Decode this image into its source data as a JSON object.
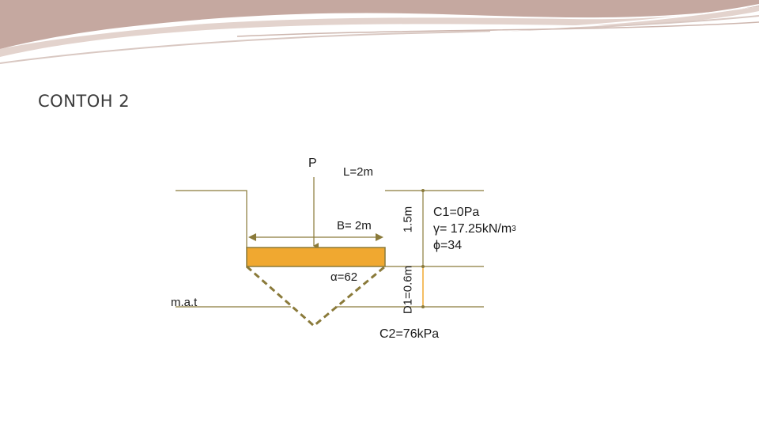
{
  "slide": {
    "title": "CONTOH 2"
  },
  "diagram": {
    "load_label": "P",
    "length_label": "L=2m",
    "width_label": "B= 2m",
    "depth_label": "1.5m",
    "d1_label": "D1=0.6m",
    "angle_label": "α=62",
    "water_table_label": "m.a.t",
    "layer1": {
      "c1": "C1=0Pa",
      "gamma_prefix": "γ= 17.25kN/m",
      "gamma_exp": "3",
      "phi": "ϕ=34"
    },
    "layer2": {
      "c2": "C2=76kPa"
    }
  },
  "colors": {
    "footing_fill": "#f0a830",
    "footing_stroke": "#8a7a3a",
    "lines": "#8a7a3a",
    "header_wave_dark": "#c5a8a0",
    "header_wave_light": "#e8dcd6"
  }
}
